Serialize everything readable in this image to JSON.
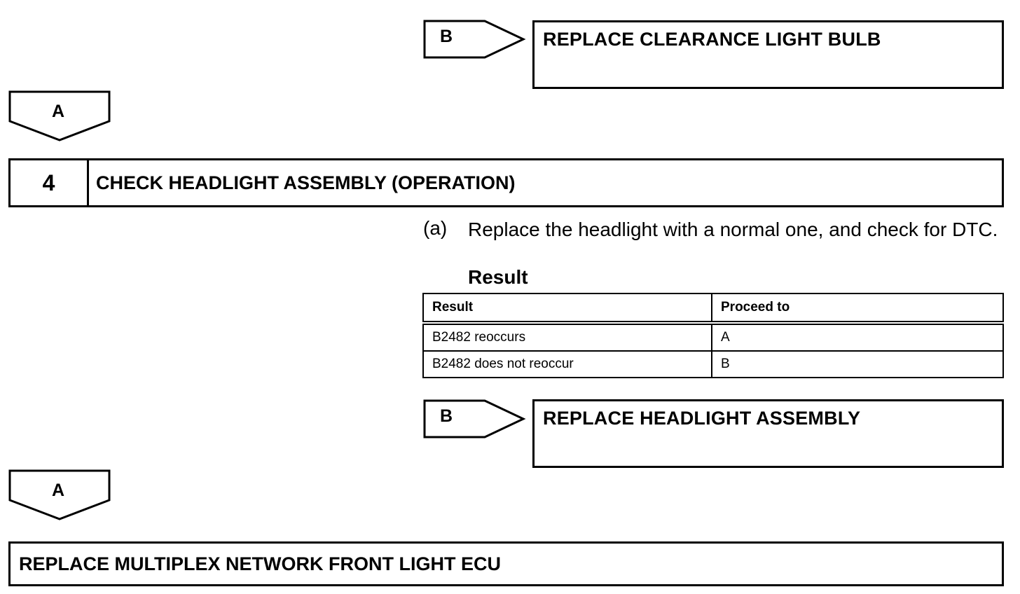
{
  "flow": {
    "branch_top": {
      "label": "B",
      "result": "REPLACE CLEARANCE LIGHT BULB"
    },
    "arrow_a1": {
      "label": "A"
    },
    "step": {
      "number": "4",
      "title": "CHECK HEADLIGHT ASSEMBLY (OPERATION)",
      "instruction_marker": "(a)",
      "instruction": "Replace the headlight with a normal one, and check for DTC.",
      "result_heading": "Result",
      "table": {
        "headers": [
          "Result",
          "Proceed to"
        ],
        "rows": [
          [
            "B2482 reoccurs",
            "A"
          ],
          [
            "B2482 does not reoccur",
            "B"
          ]
        ]
      }
    },
    "branch_bottom": {
      "label": "B",
      "result": "REPLACE HEADLIGHT ASSEMBLY"
    },
    "arrow_a2": {
      "label": "A"
    },
    "final": "REPLACE MULTIPLEX NETWORK FRONT LIGHT ECU"
  }
}
